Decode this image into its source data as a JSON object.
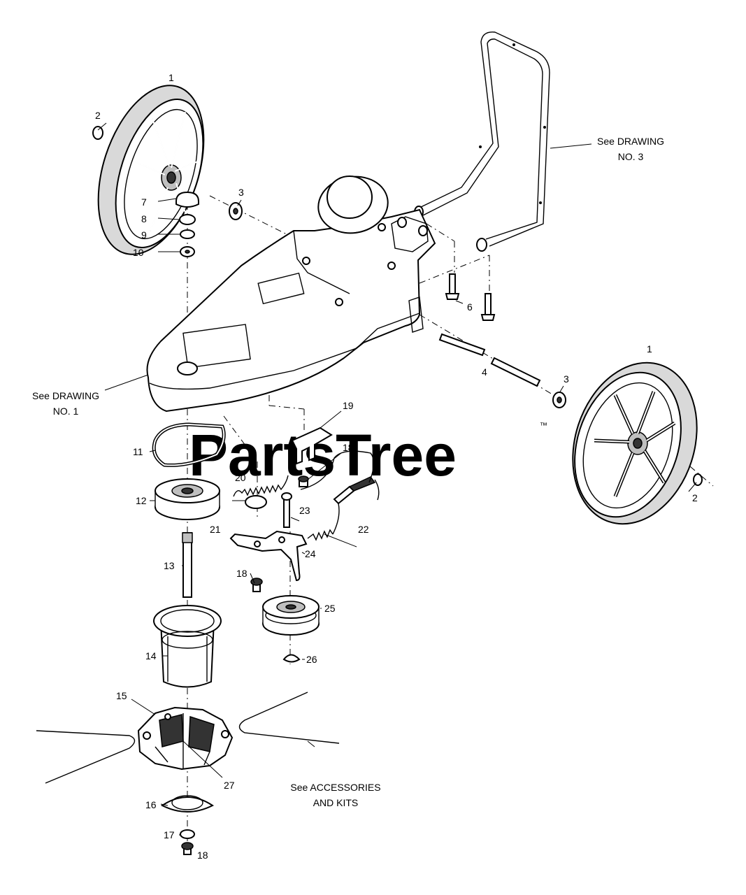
{
  "watermark": {
    "text": "PartsTree",
    "trademark": "™"
  },
  "notes": {
    "drawing_3": [
      "See DRAWING",
      "NO. 3"
    ],
    "drawing_1": [
      "See DRAWING",
      "NO. 1"
    ],
    "accessories": [
      "See ACCESSORIES",
      "AND KITS"
    ]
  },
  "callouts": {
    "c1a": "1",
    "c1b": "1",
    "c2a": "2",
    "c2b": "2",
    "c3a": "3",
    "c3b": "3",
    "c4": "4",
    "c6": "6",
    "c7": "7",
    "c8": "8",
    "c9": "9",
    "c10": "10",
    "c11": "11",
    "c12": "12",
    "c13": "13",
    "c14": "14",
    "c15": "15",
    "c16": "16",
    "c17": "17",
    "c18a": "18",
    "c18b": "18",
    "c18c": "18",
    "c19": "19",
    "c20": "20",
    "c21": "21",
    "c22": "22",
    "c23": "23",
    "c24": "24",
    "c25": "25",
    "c26": "26",
    "c27": "27"
  },
  "colors": {
    "line": "#000000",
    "watermark": "#cfcfcf",
    "tread": "#d9d9d9"
  }
}
